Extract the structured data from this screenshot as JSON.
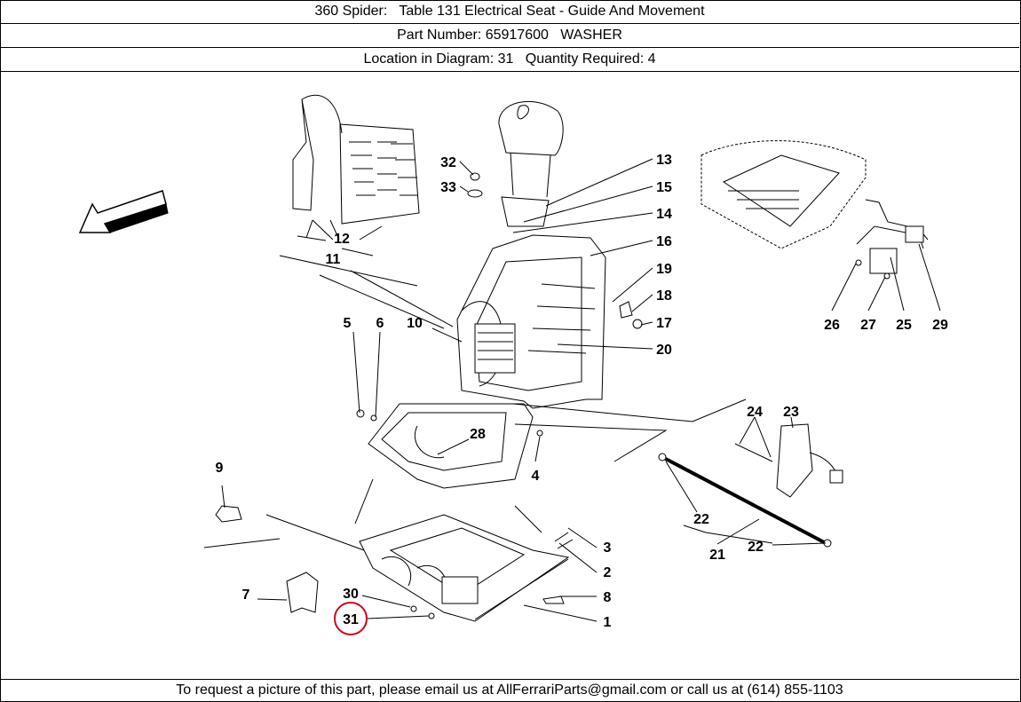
{
  "header": {
    "title": "360 Spider:   Table 131 Electrical Seat - Guide And Movement",
    "part": "Part Number: 65917600   WASHER",
    "location": "Location in Diagram: 31   Quantity Required: 4"
  },
  "footer": {
    "text": "To request a picture of this part, please email us at AllFerrariParts@gmail.com or call us at (614) 855-1103"
  },
  "highlight_color": "#d0021b",
  "labels": {
    "l1": "1",
    "l2": "2",
    "l3": "3",
    "l4": "4",
    "l5": "5",
    "l6": "6",
    "l7": "7",
    "l8": "8",
    "l9": "9",
    "l10": "10",
    "l11": "11",
    "l12": "12",
    "l13": "13",
    "l14": "14",
    "l15": "15",
    "l16": "16",
    "l17": "17",
    "l18": "18",
    "l19": "19",
    "l20": "20",
    "l21": "21",
    "l22a": "22",
    "l22b": "22",
    "l23": "23",
    "l24": "24",
    "l25": "25",
    "l26": "26",
    "l27": "27",
    "l28": "28",
    "l29": "29",
    "l30": "30",
    "l31": "31",
    "l32": "32",
    "l33": "33"
  }
}
